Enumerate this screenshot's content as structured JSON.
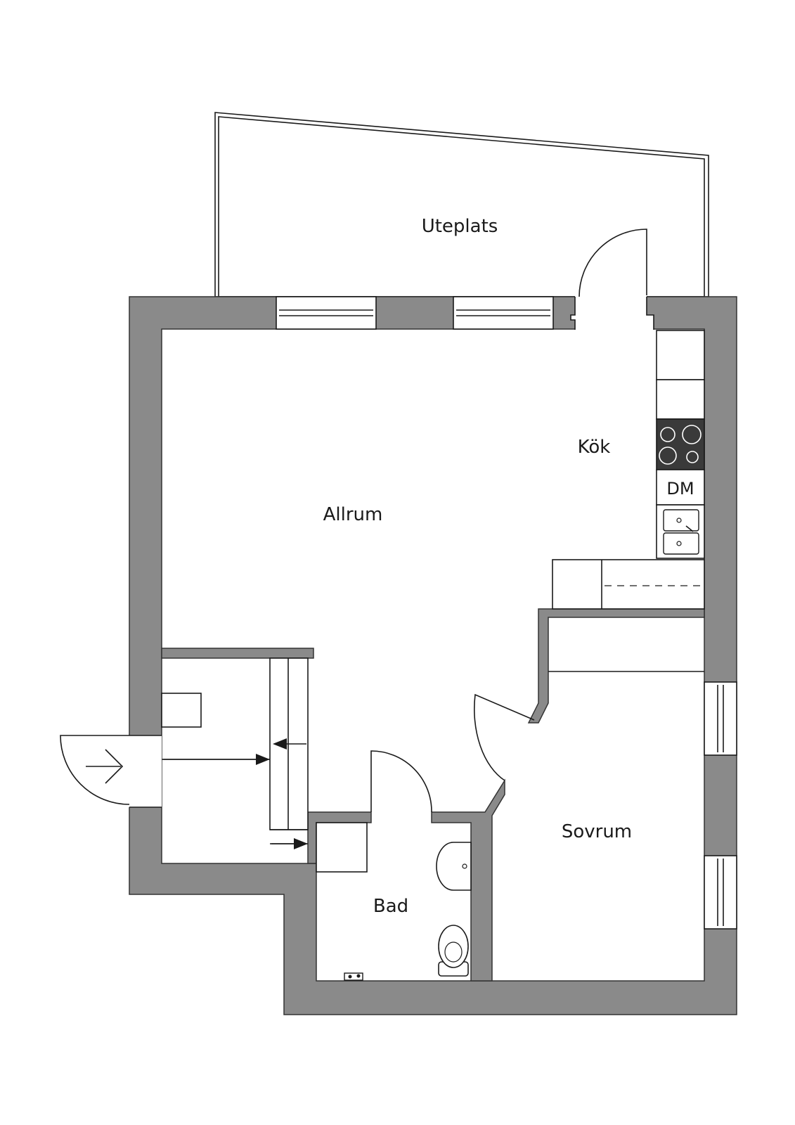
{
  "rooms": {
    "uteplats": "Uteplats",
    "kok": "Kök",
    "allrum": "Allrum",
    "sovrum": "Sovrum",
    "bad": "Bad"
  },
  "appliances": {
    "dishwasher": "DM"
  },
  "colors": {
    "wall": "#8a8a8a",
    "stove": "#3a3a3a",
    "line": "#1a1a1a"
  }
}
